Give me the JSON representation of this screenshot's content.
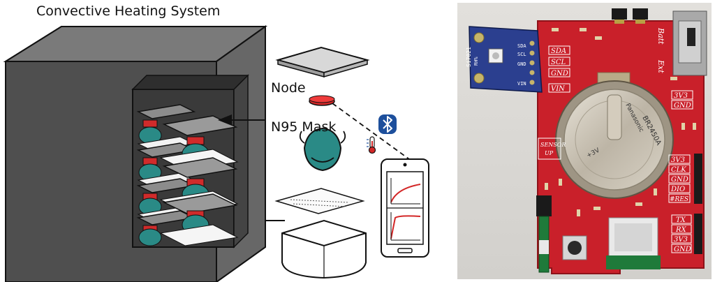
{
  "diagram": {
    "title": "Convective Heating System",
    "node_label": "Node",
    "mask_label": "N95 Mask",
    "icons": [
      "bluetooth-icon",
      "thermometer-icon",
      "smartphone-icon"
    ]
  },
  "pcb": {
    "sensor_board": [
      "SDA",
      "SCL",
      "GND",
      "VIN",
      "Si7021",
      "RH%"
    ],
    "silkscreen_left": [
      "SDA",
      "SCL",
      "GND",
      "VIN"
    ],
    "silkscreen_right_top": [
      "3V3",
      "GND"
    ],
    "silkscreen_right_mid": [
      "3V3",
      "CLK",
      "GND",
      "DIO",
      "#RES"
    ],
    "silkscreen_right_bot": [
      "TX",
      "RX",
      "3V3",
      "GND"
    ],
    "switch_labels": [
      "Batt",
      "Ext"
    ],
    "battery_text": [
      "Panasonic",
      "BR2450A",
      "+3V"
    ],
    "sensor_up": [
      "SENSOR",
      "UP"
    ],
    "colors": {
      "board": "#c9202a",
      "sensor_board": "#2b3f8f",
      "battery": "#c9c2b5"
    }
  }
}
